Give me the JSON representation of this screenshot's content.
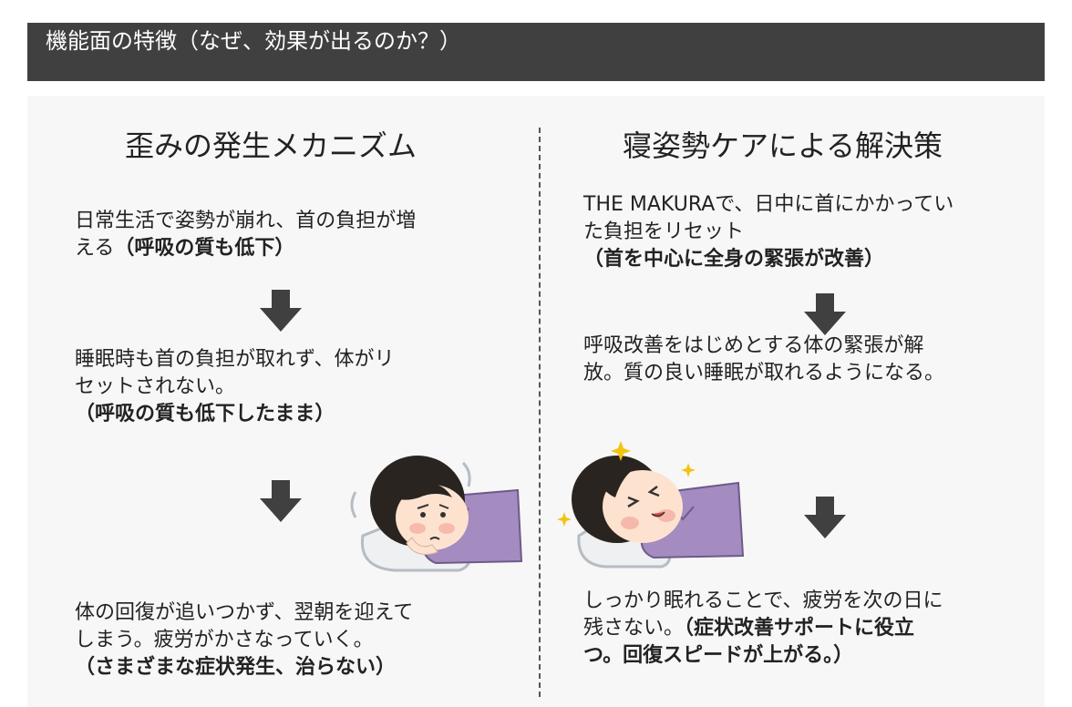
{
  "header": {
    "title": "機能面の特徴（なぜ、効果が出るのか？）"
  },
  "left": {
    "title": "歪みの発生メカニズム",
    "step1": {
      "line1": "日常生活で姿勢が崩れ、首の負担が増",
      "line2": "える",
      "emphasis": "（呼吸の質も低下）"
    },
    "step2": {
      "line1": "睡眠時も首の負担が取れず、体がリ",
      "line2": "セットされない。",
      "emphasis": "（呼吸の質も低下したまま）"
    },
    "step3": {
      "line1": "体の回復が追いつかず、翌朝を迎えて",
      "line2": "しまう。疲労がかさなっていく。",
      "emphasis": "（さまざまな症状発生、治らない）"
    }
  },
  "right": {
    "title": "寝姿勢ケアによる解決策",
    "step1": {
      "line1": "THE MAKURAで、日中に首にかかってい",
      "line2": "た負担をリセット",
      "emphasis": "（首を中心に全身の緊張が改善）"
    },
    "step2": {
      "line1": "呼吸改善をはじめとする体の緊張が解",
      "line2": "放。質の良い睡眠が取れるようになる。"
    },
    "step3": {
      "line1": "しっかり眠れることで、疲労を次の日に",
      "line2_plain": "残さない。",
      "line2_bold": "（症状改善サポートに役立",
      "line3_bold": "つ。回復スピードが上がる。）"
    }
  },
  "colors": {
    "header_bg": "#404040",
    "panel_bg": "#f7f7f7",
    "arrow": "#404040",
    "shirt": "#a48bc0",
    "hair": "#2a2420",
    "pillow": "#eef0f2",
    "sparkle": "#f2c40f"
  }
}
